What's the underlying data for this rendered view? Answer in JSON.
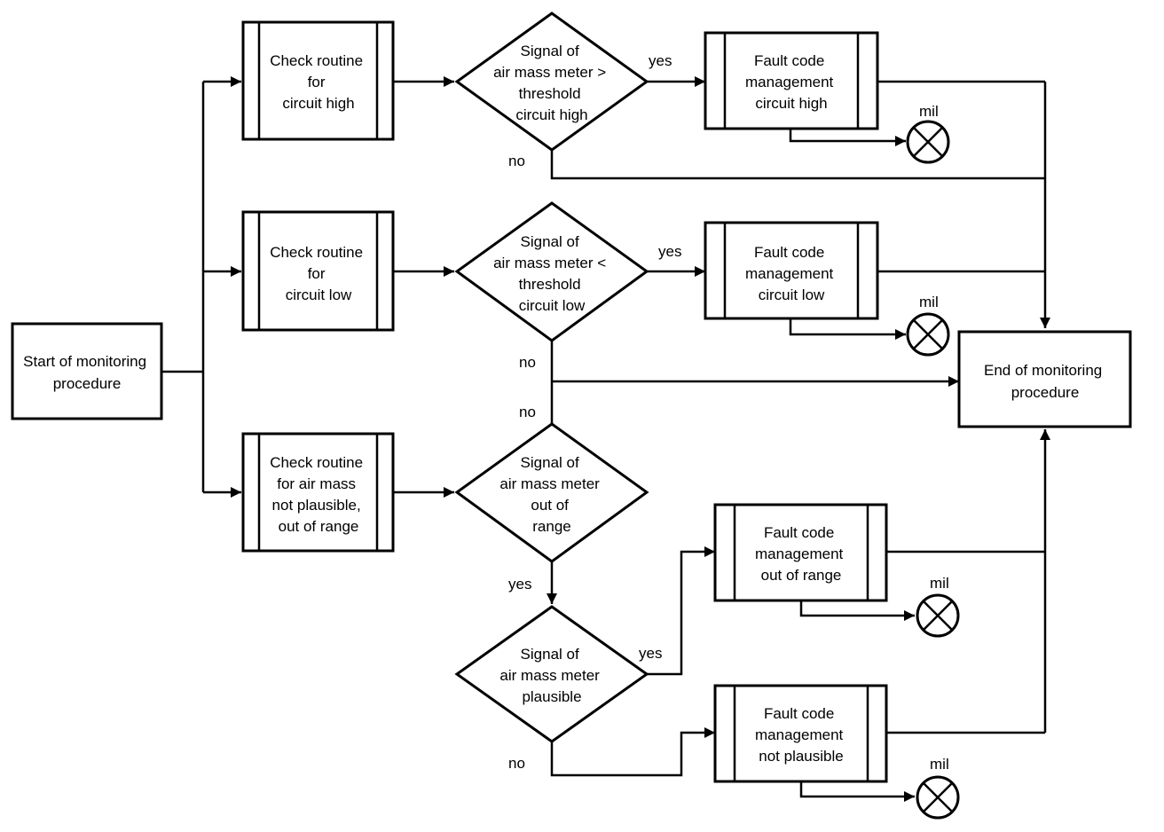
{
  "colors": {
    "stroke": "#000000",
    "background": "#ffffff"
  },
  "nodes": {
    "start": {
      "lines": [
        "Start of monitoring",
        "procedure"
      ]
    },
    "end": {
      "lines": [
        "End of monitoring",
        "procedure"
      ]
    },
    "check_high": {
      "lines": [
        "Check routine",
        "for",
        "circuit high"
      ]
    },
    "check_low": {
      "lines": [
        "Check routine",
        "for",
        "circuit low"
      ]
    },
    "check_plaus": {
      "lines": [
        "Check routine",
        "for air mass",
        "not plausible,",
        "out of range"
      ]
    },
    "dec_high": {
      "lines": [
        "Signal of",
        "air mass meter >",
        "threshold",
        "circuit high"
      ]
    },
    "dec_low": {
      "lines": [
        "Signal of",
        "air mass meter <",
        "threshold",
        "circuit low"
      ]
    },
    "dec_range": {
      "lines": [
        "Signal of",
        "air mass meter",
        "out of",
        "range"
      ]
    },
    "dec_plaus": {
      "lines": [
        "Signal of",
        "air mass meter",
        "plausible"
      ]
    },
    "fault_high": {
      "lines": [
        "Fault code",
        "management",
        "circuit high"
      ]
    },
    "fault_low": {
      "lines": [
        "Fault code",
        "management",
        "circuit low"
      ]
    },
    "fault_range": {
      "lines": [
        "Fault code",
        "management",
        "out of range"
      ]
    },
    "fault_plaus": {
      "lines": [
        "Fault code",
        "management",
        "not plausible"
      ]
    }
  },
  "labels": {
    "yes_high": "yes",
    "no_high": "no",
    "yes_low": "yes",
    "no_low": "no",
    "no_range": "no",
    "yes_range": "yes",
    "yes_plaus": "yes",
    "no_plaus": "no",
    "mil_high": "mil",
    "mil_low": "mil",
    "mil_range": "mil",
    "mil_plaus": "mil"
  },
  "icons": {
    "mil_lamp": "lamp-cross-icon"
  }
}
